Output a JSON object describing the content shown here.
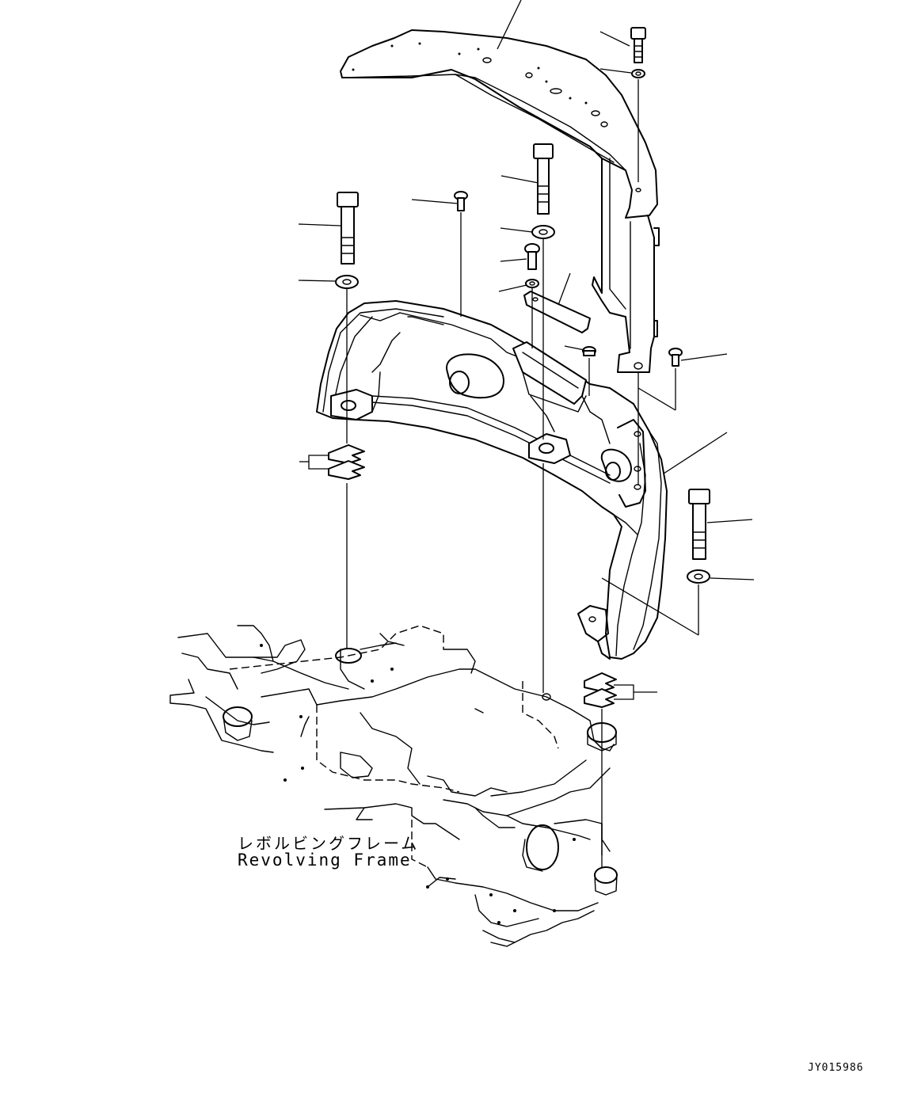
{
  "frame_label_ja": "レボルビングフレーム",
  "frame_label_en": "Revolving Frame",
  "drawing_code": "JY015986"
}
